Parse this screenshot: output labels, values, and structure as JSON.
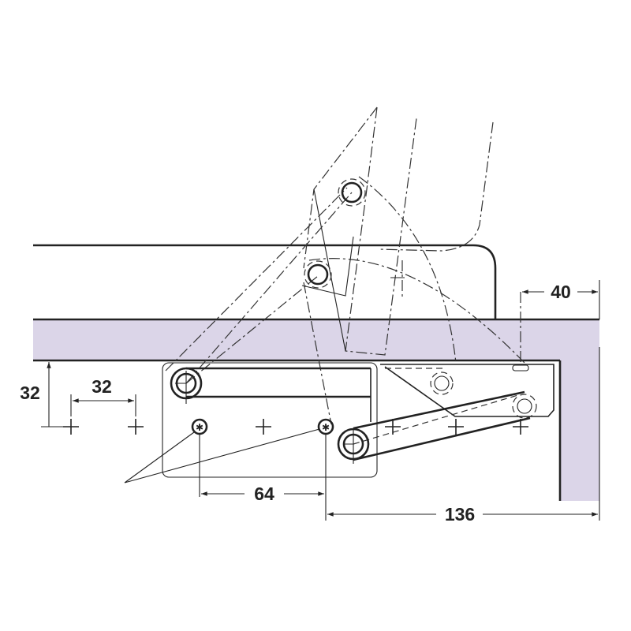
{
  "diagram": {
    "title": "Lid stay hinge mounting dimensions",
    "colors": {
      "panel": "#dbd5e8",
      "line": "#222222"
    },
    "dimensions": {
      "vertical_offset": "32",
      "hole_spacing": "32",
      "screw_spacing": "64",
      "depth": "136",
      "edge_offset": "40"
    }
  }
}
